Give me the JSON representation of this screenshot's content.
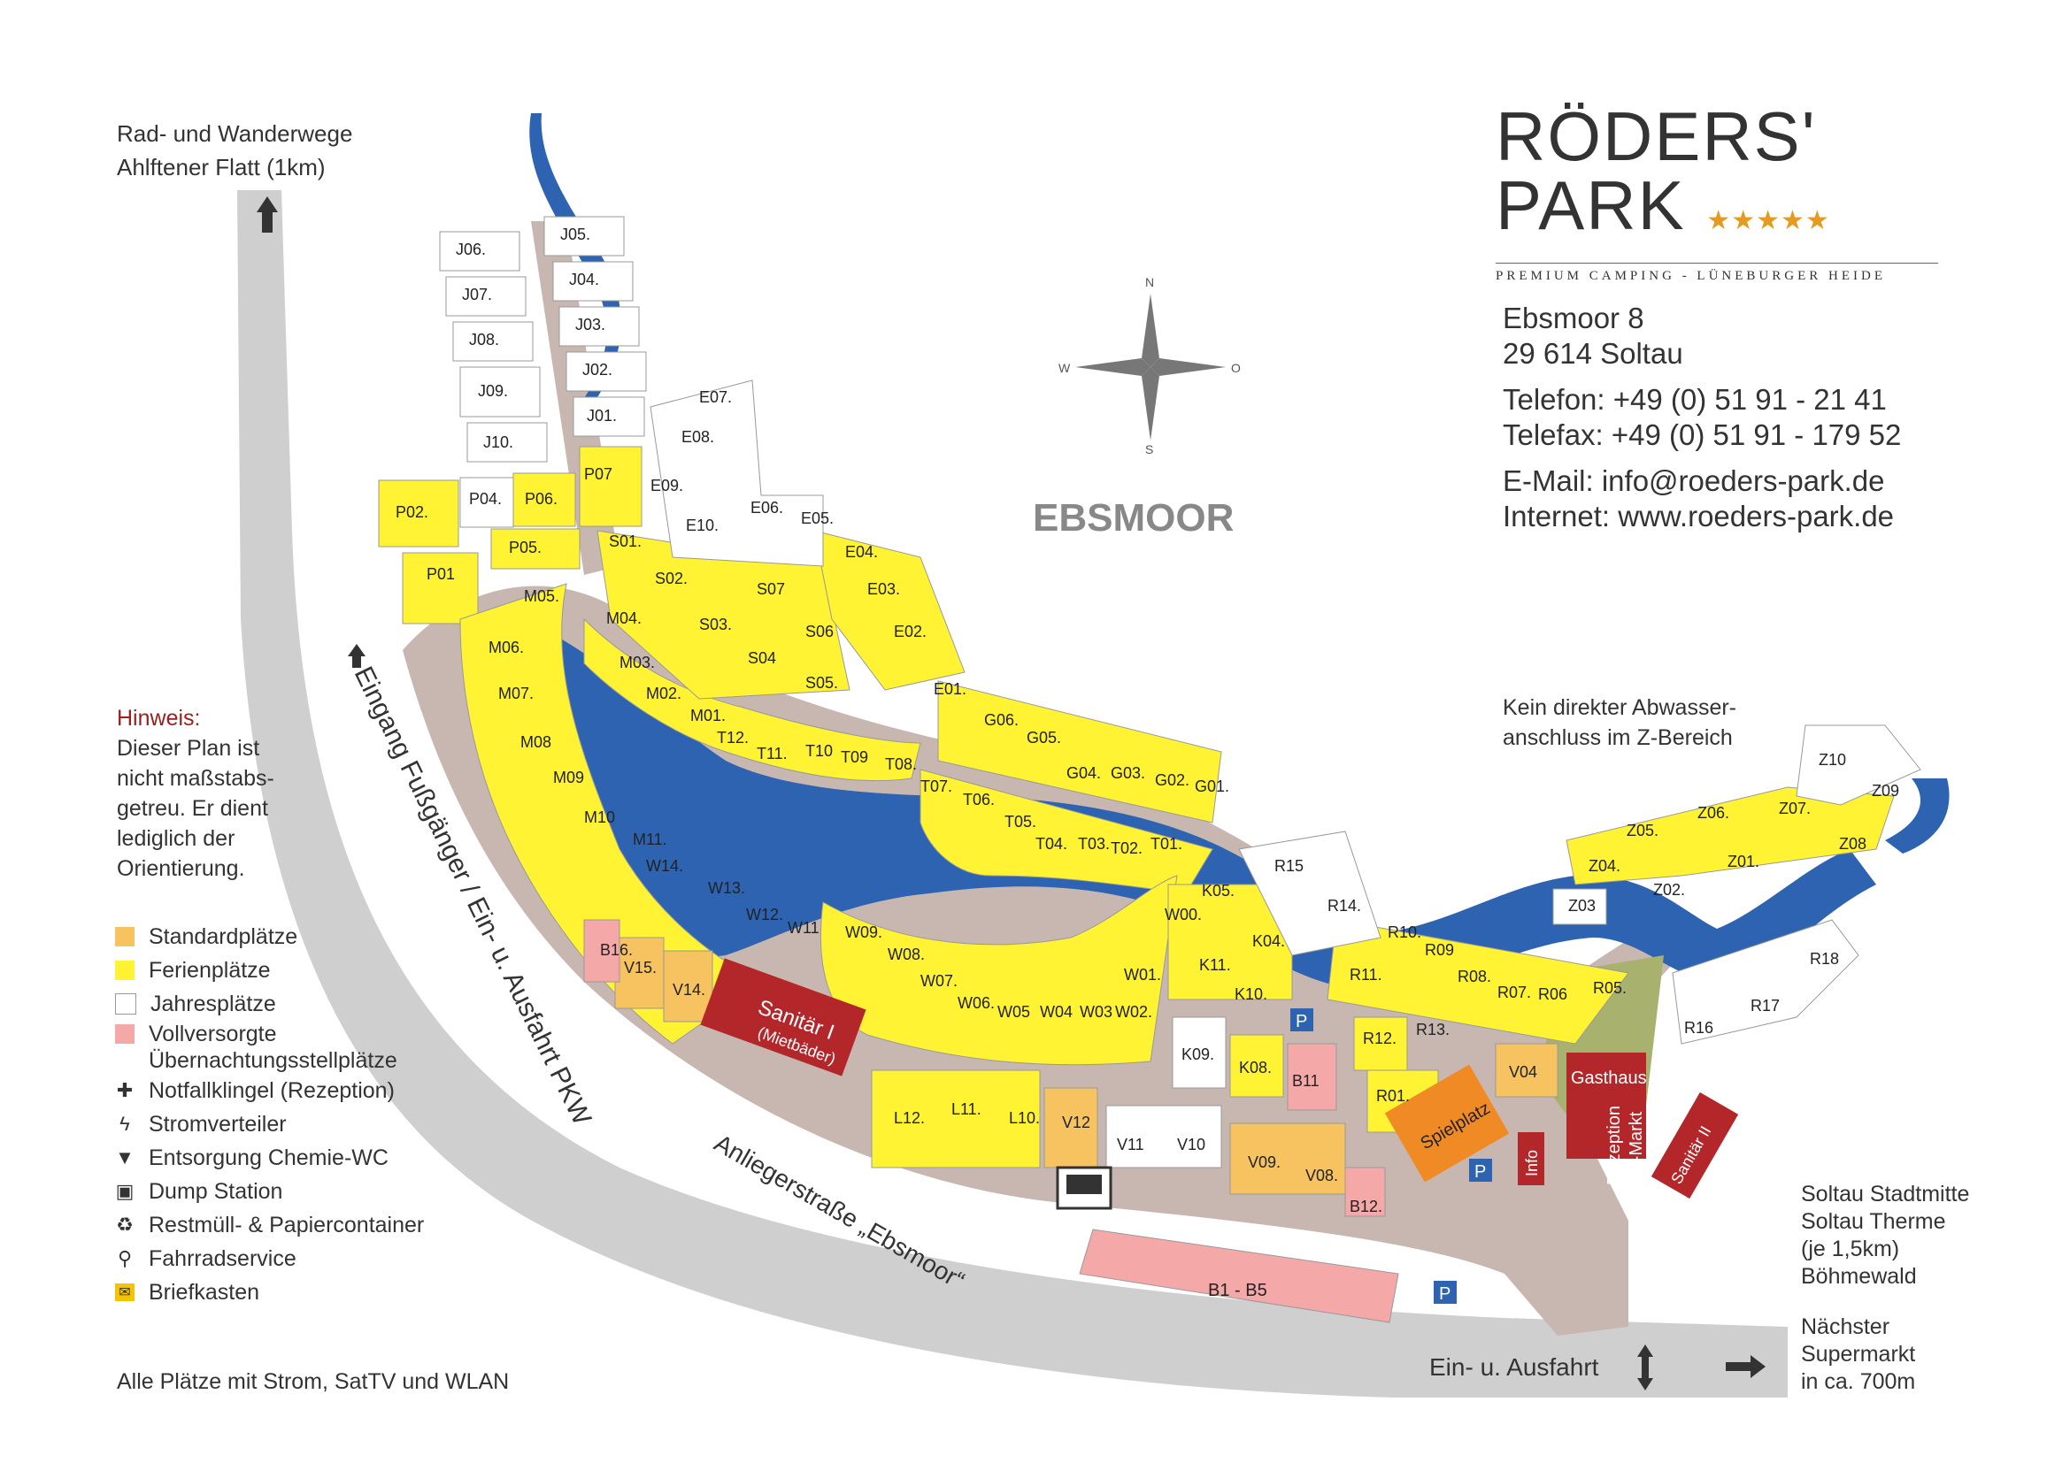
{
  "top_left": {
    "line1": "Rad- und Wanderwege",
    "line2": "Ahlftener Flatt (1km)"
  },
  "logo": {
    "line1": "RÖDERS'",
    "line2": "PARK",
    "stars": "★★★★★",
    "tagline": "PREMIUM CAMPING - LÜNEBURGER HEIDE"
  },
  "contact": {
    "street": "Ebsmoor 8",
    "city": "29 614 Soltau",
    "phone": "Telefon: +49 (0) 51 91 - 21 41",
    "fax": "Telefax: +49 (0) 51 91 - 179 52",
    "email": "E-Mail: info@roeders-park.de",
    "web": "Internet: www.roeders-park.de"
  },
  "compass": {
    "n": "N",
    "o": "O",
    "s": "S",
    "w": "W"
  },
  "area_label": "EBSMOOR",
  "hint": {
    "title": "Hinweis:",
    "l1": "Dieser Plan ist",
    "l2": "nicht maßstabs-",
    "l3": "getreu. Er dient",
    "l4": "lediglich der",
    "l5": "Orientierung."
  },
  "legend": [
    {
      "label": "Standardplätze",
      "color": "#f7c360"
    },
    {
      "label": "Ferienplätze",
      "color": "#fff333"
    },
    {
      "label": "Jahresplätze",
      "color": "#ffffff"
    },
    {
      "label": "Vollversorgte",
      "color": "#f5a8a8"
    },
    {
      "label": "Übernachtungsstellplätze"
    },
    {
      "label": "Notfallklingel (Rezeption)",
      "icon": "emergency-bell-icon"
    },
    {
      "label": "Stromverteiler",
      "icon": "lightning-icon"
    },
    {
      "label": "Entsorgung Chemie-WC",
      "icon": "triangle-down-icon"
    },
    {
      "label": "Dump Station",
      "icon": "dump-station-icon"
    },
    {
      "label": "Restmüll- & Papiercontainer",
      "icon": "recycle-icon"
    },
    {
      "label": "Fahrradservice",
      "icon": "bicycle-icon"
    },
    {
      "label": "Briefkasten",
      "icon": "mailbox-icon"
    }
  ],
  "note_all": "Alle Plätze mit Strom, SatTV und WLAN",
  "kein": {
    "l1": "Kein direkter Abwasser-",
    "l2": "anschluss im Z-Bereich"
  },
  "soltau": {
    "l1": "Soltau Stadtmitte",
    "l2": "Soltau Therme",
    "l3": "(je 1,5km)",
    "l4": "Böhmewald"
  },
  "supermarkt": {
    "l1": "Nächster",
    "l2": "Supermarkt",
    "l3": "in ca. 700m"
  },
  "road_labels": {
    "entrance": "Eingang Fußgänger / Ein- u. Ausfahrt PKW",
    "street": "Anliegerstraße „Ebsmoor“",
    "exit": "Ein- u. Ausfahrt"
  },
  "buildings": {
    "sanitaer1": "Sanitär I",
    "mietbaeder": "(Mietbäder)",
    "sanitaer2": "Sanitär II",
    "gasthaus": "Gasthaus",
    "rezeption": "Rezeption",
    "minimarkt": "Mini-Markt",
    "info": "Info",
    "spielplatz": "Spielplatz",
    "b1b5": "B1 - B5",
    "parking": "P"
  },
  "sites": {
    "standard": [
      "V15.",
      "V14.",
      "V12",
      "V09.",
      "V08.",
      "V04"
    ],
    "ferien": [
      "P02.",
      "P06.",
      "P05.",
      "P07",
      "P01",
      "S01.",
      "S02.",
      "S03.",
      "S04",
      "S05.",
      "S06",
      "S07",
      "E04.",
      "E03.",
      "E02.",
      "E01.",
      "G06.",
      "G05.",
      "G04.",
      "G03.",
      "G02.",
      "G01.",
      "M06.",
      "M07.",
      "M08",
      "M09",
      "M10",
      "M11.",
      "M03.",
      "M02.",
      "M01.",
      "T12.",
      "T11.",
      "T10",
      "T09",
      "T08.",
      "T07.",
      "T06.",
      "T05.",
      "T04.",
      "T03.",
      "T02.",
      "T01.",
      "W14.",
      "W13.",
      "W12.",
      "W11",
      "W09.",
      "W08.",
      "W07.",
      "W06.",
      "W05",
      "W04",
      "W03",
      "W02.",
      "W01.",
      "W00.",
      "K11.",
      "K04.",
      "K08.",
      "L12.",
      "L11.",
      "L10.",
      "R11.",
      "R10.",
      "R09",
      "R08.",
      "R07.",
      "R06",
      "R05.",
      "R12.",
      "R01.",
      "Z01.",
      "Z02.",
      "Z04.",
      "Z05.",
      "Z06.",
      "Z07.",
      "Z08"
    ],
    "jahres": [
      "J06.",
      "J05.",
      "J07.",
      "J04.",
      "J08.",
      "J03.",
      "J09.",
      "J02.",
      "J10.",
      "J01.",
      "P04.",
      "E07.",
      "E08.",
      "E09.",
      "E10.",
      "E06.",
      "E05.",
      "M05.",
      "M04.",
      "K05.",
      "K10.",
      "K09.",
      "R15",
      "R14.",
      "R13.",
      "R16",
      "R17",
      "R18",
      "Z03",
      "Z10",
      "Z09",
      "V11",
      "V10"
    ],
    "voll": [
      "B16.",
      "B11",
      "B12."
    ]
  }
}
